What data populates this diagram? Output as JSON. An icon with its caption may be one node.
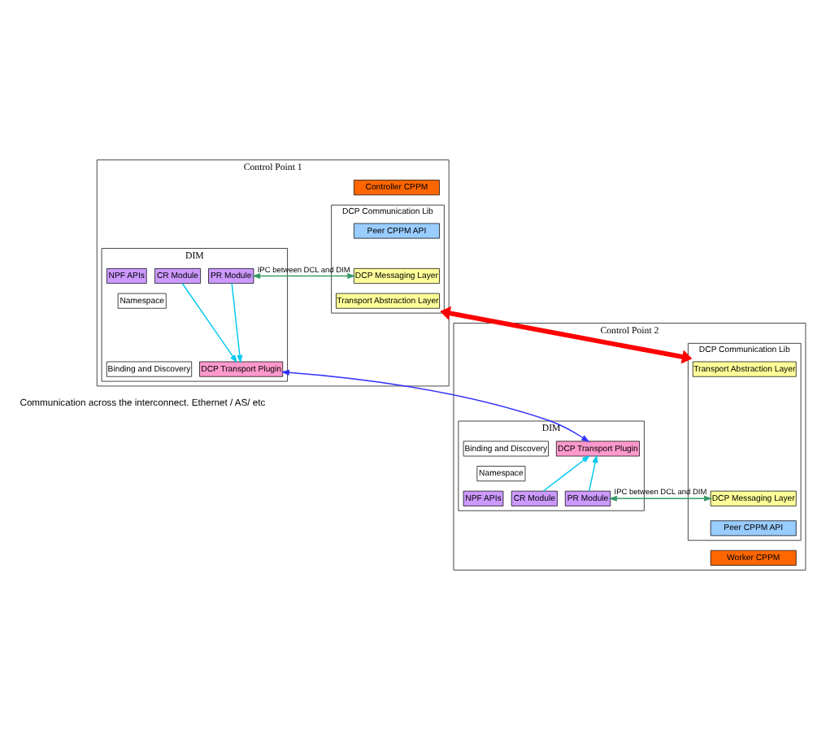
{
  "diagram": {
    "nodes": [
      {
        "text": [
          "Control Point 1"
        ]
      },
      {
        "text": [
          "DIM"
        ],
        "in": 0
      },
      {
        "text": [
          "NPF APIs"
        ],
        "in": 1
      },
      {
        "text": [
          "CR Module"
        ],
        "in": 1
      },
      {
        "text": [
          "PR Module"
        ],
        "in": 1
      },
      {
        "text": [
          "Namespace"
        ],
        "in": 1
      },
      {
        "text": [
          "Binding and Discovery"
        ],
        "in": 1
      },
      {
        "text": [
          "DCP Transport Plugin"
        ],
        "in": 1
      },
      {
        "text": [
          "Controller CPPM"
        ],
        "in": 0
      },
      {
        "text": [
          "DCP Communication Lib"
        ],
        "in": 0
      },
      {
        "text": [
          "Peer CPPM API"
        ],
        "in": 9
      },
      {
        "text": [
          "DCP Messaging Layer"
        ],
        "in": 9
      },
      {
        "text": [
          "Transport Abstraction Layer"
        ],
        "in": 9
      },
      {
        "text": [
          "Control Point 2"
        ]
      },
      {
        "text": [
          "DIM"
        ],
        "in": 13
      },
      {
        "text": [
          "Binding and Discovery"
        ],
        "in": 14
      },
      {
        "text": [
          "DCP Transport Plugin"
        ],
        "in": 14
      },
      {
        "text": [
          "Namespace"
        ],
        "in": 14
      },
      {
        "text": [
          "NPF APIs"
        ],
        "in": 14
      },
      {
        "text": [
          "CR Module"
        ],
        "in": 14
      },
      {
        "text": [
          "PR Module"
        ],
        "in": 14
      },
      {
        "text": [
          "DCP Communication Lib"
        ],
        "in": 13
      },
      {
        "text": [
          "Transport Abstraction Layer"
        ],
        "in": 21
      },
      {
        "text": [
          "DCP Messaging Layer"
        ],
        "in": 21
      },
      {
        "text": [
          "Peer CPPM API"
        ],
        "in": 21
      },
      {
        "text": [
          "Worker CPPM"
        ],
        "in": 13
      }
    ],
    "edges": [
      {
        "from": 3,
        "to": 7,
        "arrow": "to",
        "color": "#00c8f0"
      },
      {
        "from": 4,
        "to": 7,
        "arrow": "to",
        "color": "#00c8f0"
      },
      {
        "from": 4,
        "to": 11,
        "arrow": "both",
        "label": "IPC between DCL and DIM",
        "color": "#3a9a6a"
      },
      {
        "from": 7,
        "to": 16,
        "arrow": "both",
        "color": "#3333ff"
      },
      {
        "from": 9,
        "to": 21,
        "arrow": "both",
        "style": "thick",
        "color": "#ff0000"
      },
      {
        "from": 19,
        "to": 16,
        "arrow": "to",
        "color": "#00c8f0"
      },
      {
        "from": 20,
        "to": 16,
        "arrow": "to",
        "color": "#00c8f0"
      },
      {
        "from": 20,
        "to": 23,
        "arrow": "both",
        "label": "IPC between DCL and DIM",
        "color": "#3a9a6a"
      }
    ],
    "labels": [
      "Communication across the interconnect. Ethernet / AS/ etc"
    ]
  }
}
